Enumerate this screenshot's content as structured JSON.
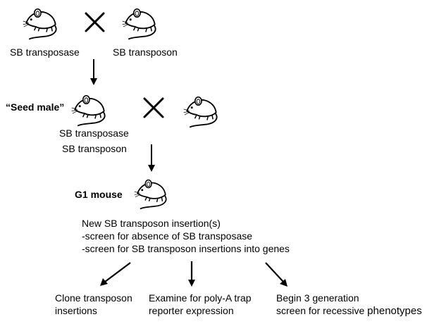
{
  "parents": {
    "left_label": "SB transposase",
    "right_label": "SB transposon",
    "cross_symbol": "×"
  },
  "seed": {
    "title": "“Seed male”",
    "line1": "SB transposase",
    "line2": "SB transposon"
  },
  "g1": {
    "title": "G1 mouse",
    "line1": "New SB transposon insertion(s)",
    "line2": "-screen for absence of SB transposase",
    "line3": "-screen for SB transposon insertions into genes"
  },
  "outcomes": {
    "left": [
      "Clone transposon",
      "insertions"
    ],
    "middle": [
      "Examine for poly-A trap",
      "reporter expression"
    ],
    "right_line1": "Begin 3 generation",
    "right_line2_prefix": "screen for recessive ",
    "right_line2_suffix": "phenotypes"
  },
  "icons": {
    "mouse": "mouse-icon",
    "cross": "cross-icon",
    "arrow": "arrow-icon"
  },
  "colors": {
    "line": "#000000",
    "background": "#ffffff"
  }
}
